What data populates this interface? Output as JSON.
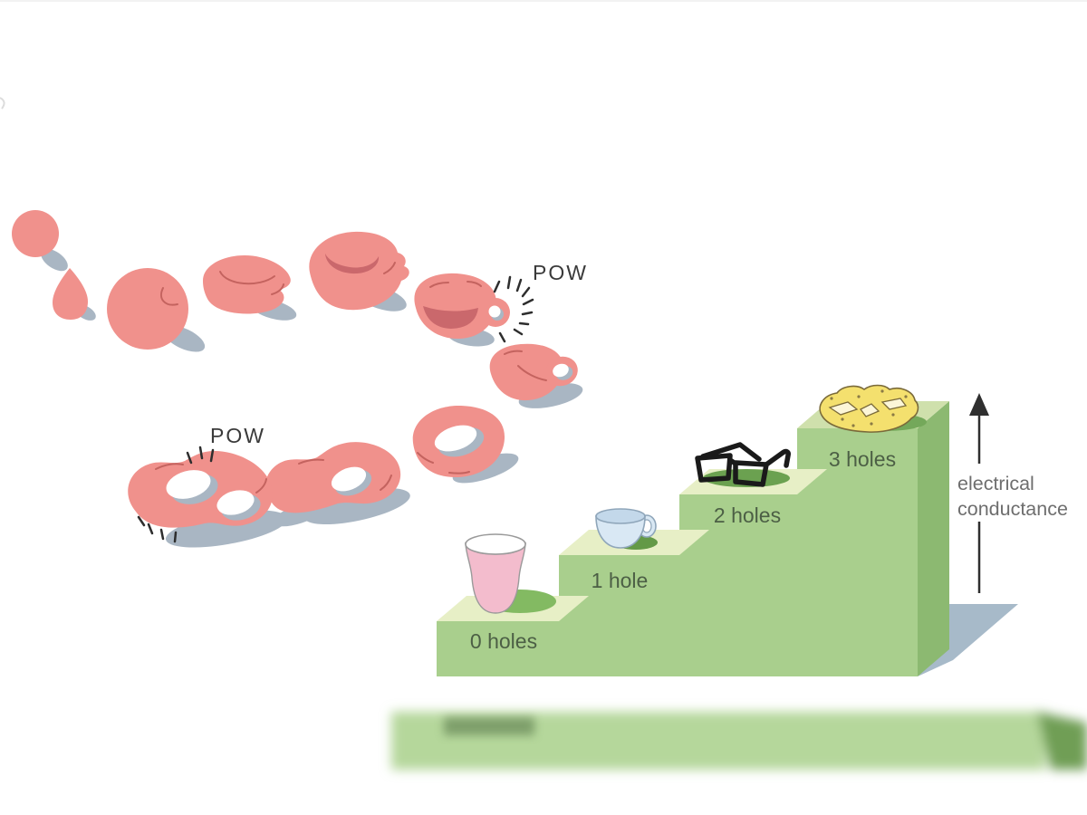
{
  "illustration": {
    "description_labels": {
      "pow_burst_1": "POW",
      "pow_burst_2": "POW"
    },
    "morph_shapes": [
      "sphere",
      "egg",
      "ball-with-dimple",
      "flattened-ball",
      "ball-with-forming-handle",
      "cup-with-handle",
      "cup-rotating",
      "donut",
      "one-hole-blob",
      "two-hole-blob"
    ]
  },
  "staircase": {
    "steps": [
      {
        "label": "0 holes",
        "object": "cup-without-handle"
      },
      {
        "label": "1 hole",
        "object": "teacup-with-handle"
      },
      {
        "label": "2 holes",
        "object": "eyeglasses"
      },
      {
        "label": "3 holes",
        "object": "pretzel"
      }
    ],
    "axis_label": {
      "line1": "electrical",
      "line2": "conductance"
    }
  },
  "colors": {
    "background": "#ffffff",
    "blob_pink": "#f0918c",
    "blob_crease": "#c4635f",
    "blob_opening": "#ca686c",
    "blob_shadow_blue_gray": "#a9b6c3",
    "stair_front": "#a9cf8d",
    "stair_top_light": "#e7efc6",
    "stair_top_upper": "#cfe0ac",
    "stair_side": "#8cb971",
    "stair_cast_shadow": "#a7bac9",
    "object_shadow_green": "#6fa352",
    "step_label_text": "#4c5f45",
    "axis_text": "#6e6e6e",
    "pow_text": "#3a3a3a",
    "cup_pink": "#f3bccd",
    "teacup_blue": "#d9e8f4",
    "glasses_black": "#1a1a1a",
    "pretzel_yellow": "#f4e06e"
  }
}
